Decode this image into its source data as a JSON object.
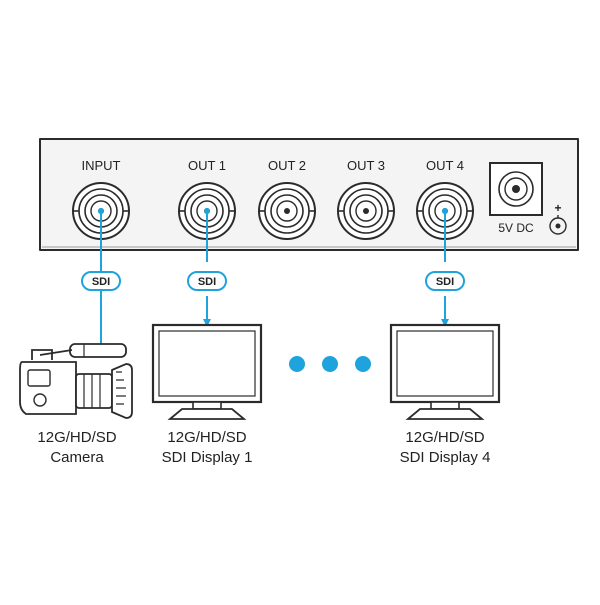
{
  "device": {
    "ports": {
      "input": "INPUT",
      "out1": "OUT 1",
      "out2": "OUT 2",
      "out3": "OUT 3",
      "out4": "OUT 4"
    },
    "power_label": "5V DC",
    "polarity_plus": "+"
  },
  "links": {
    "camera_tag": "SDI",
    "display1_tag": "SDI",
    "display4_tag": "SDI"
  },
  "devices": {
    "camera": {
      "line1": "12G/HD/SD",
      "line2": "Camera"
    },
    "display1": {
      "line1": "12G/HD/SD",
      "line2": "SDI Display 1"
    },
    "display4": {
      "line1": "12G/HD/SD",
      "line2": "SDI Display 4"
    }
  },
  "colors": {
    "cable": "#1fa3dc",
    "ellipsis_dots": "#1fa3dc",
    "outline": "#2b2b2b",
    "device_fill": "#f4f4f4"
  },
  "icons": [
    "bnc-connector-icon",
    "dc-power-jack-icon",
    "video-camera-icon",
    "monitor-icon"
  ]
}
